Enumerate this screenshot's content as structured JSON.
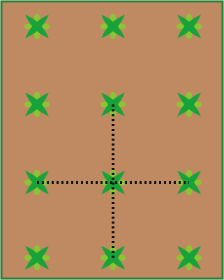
{
  "diagram": {
    "colors": {
      "soil": "#bf8a62",
      "border": "#2f7f3a",
      "plant_dark": "#18a33a",
      "plant_light": "#8bc531",
      "dotted_line": "#111111"
    },
    "plants": {
      "rows": 4,
      "cols": 3,
      "icon": "green-cross-plant-icon"
    },
    "dotted_lines": {
      "vertical": {
        "col": 2,
        "from_row": 2,
        "to_row": 4
      },
      "horizontal": {
        "row": 3,
        "from_col": 1,
        "to_col": 3
      }
    }
  }
}
